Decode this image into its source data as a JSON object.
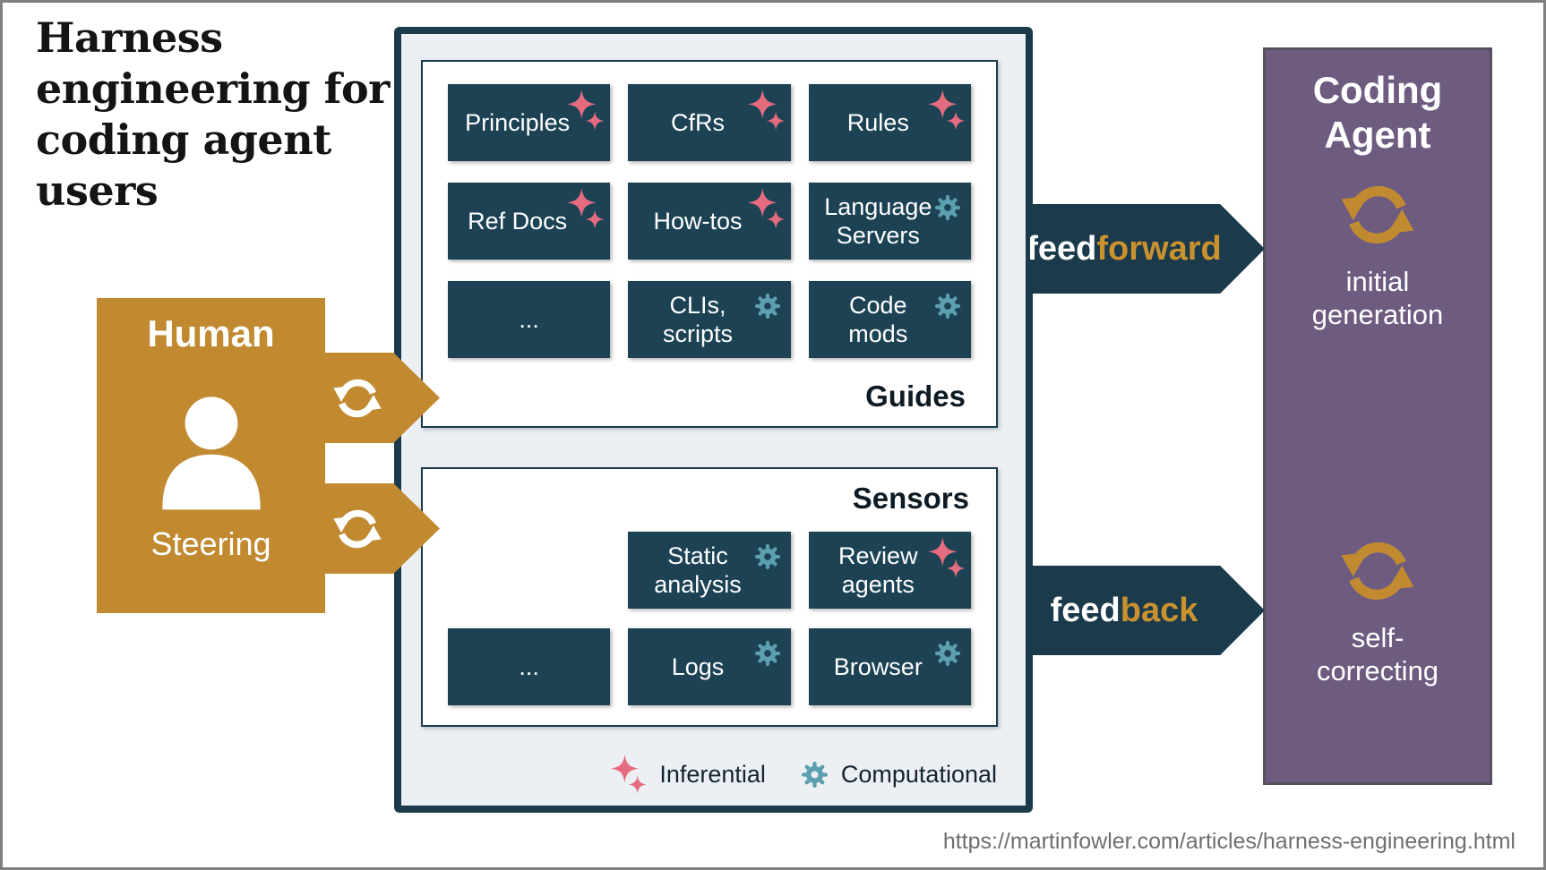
{
  "page": {
    "title_lines": [
      "Harness",
      "engineering for",
      "coding agent",
      "users"
    ],
    "source_url": "https://martinfowler.com/articles/harness-engineering.html"
  },
  "human": {
    "title": "Human",
    "role_label": "Steering",
    "icon": "person-icon",
    "arrow_icons": [
      "cycle-icon",
      "cycle-icon"
    ]
  },
  "harness": {
    "guides": {
      "label": "Guides",
      "items": [
        {
          "label": "Principles",
          "icon": "sparkle"
        },
        {
          "label": "CfRs",
          "icon": "sparkle"
        },
        {
          "label": "Rules",
          "icon": "sparkle"
        },
        {
          "label": "Ref Docs",
          "icon": "sparkle"
        },
        {
          "label": "How-tos",
          "icon": "sparkle"
        },
        {
          "label": "Language\nServers",
          "icon": "gear"
        },
        {
          "label": "...",
          "icon": "none"
        },
        {
          "label": "CLIs,\nscripts",
          "icon": "gear"
        },
        {
          "label": "Code\nmods",
          "icon": "gear"
        }
      ]
    },
    "sensors": {
      "label": "Sensors",
      "items": [
        {
          "label": "",
          "icon": "none",
          "empty": true
        },
        {
          "label": "Static\nanalysis",
          "icon": "gear"
        },
        {
          "label": "Review\nagents",
          "icon": "sparkle"
        },
        {
          "label": "...",
          "icon": "none"
        },
        {
          "label": "Logs",
          "icon": "gear"
        },
        {
          "label": "Browser",
          "icon": "gear"
        }
      ]
    },
    "legend": [
      {
        "icon": "sparkle",
        "label": "Inferential"
      },
      {
        "icon": "gear",
        "label": "Computational"
      }
    ]
  },
  "flows": {
    "feedforward": {
      "prefix": "feed",
      "accent": "forward"
    },
    "feedback": {
      "prefix": "feed",
      "accent": "back"
    }
  },
  "coding_agent": {
    "title": "Coding\nAgent",
    "states": [
      {
        "icon": "cycle-icon",
        "label": "initial\ngeneration"
      },
      {
        "icon": "cycle-icon",
        "label": "self-\ncorrecting"
      }
    ]
  },
  "colors": {
    "gold": "#C18A31",
    "accent_gold_text": "#C9922F",
    "teal_dark": "#1C4254",
    "teal_border": "#1B3A4C",
    "panel_bg": "#ECEFF3",
    "pink": "#E56C7E",
    "gear_teal": "#5C9FAF",
    "purple": "#6D5C80"
  }
}
